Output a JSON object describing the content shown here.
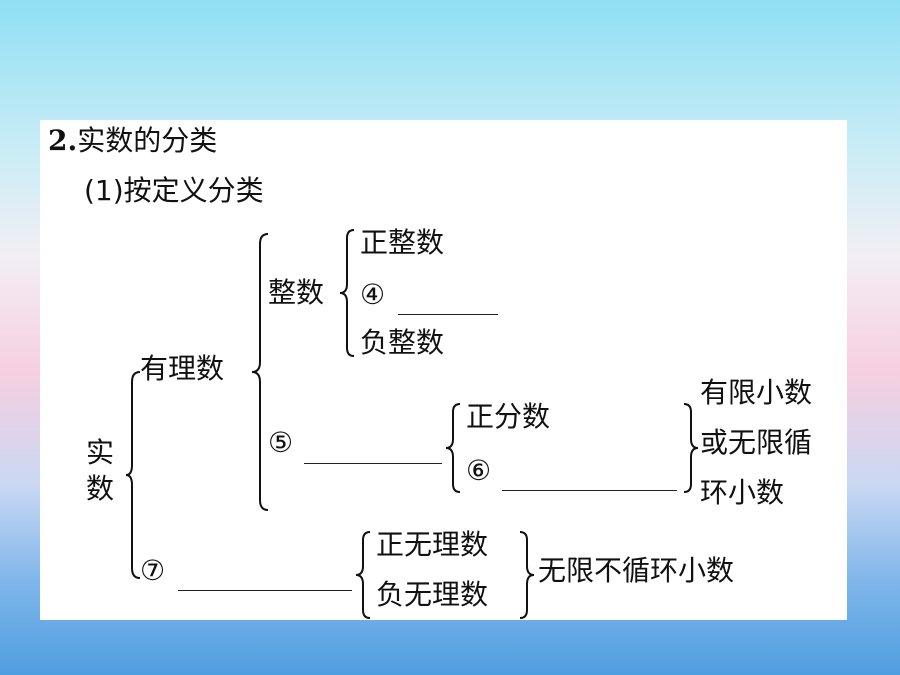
{
  "heading": {
    "number": "2.",
    "title": "实数的分类"
  },
  "subheading": "(1)按定义分类",
  "tree": {
    "root": "实数",
    "rational": "有理数",
    "integer": "整数",
    "positive_integer": "正整数",
    "blank4": "④",
    "negative_integer": "负整数",
    "blank5": "⑤",
    "positive_fraction": "正分数",
    "blank6": "⑥",
    "fraction_note": [
      "有限小数",
      "或无限循",
      "环小数"
    ],
    "blank7": "⑦",
    "positive_irrational": "正无理数",
    "negative_irrational": "负无理数",
    "irrational_note": "无限不循环小数"
  }
}
